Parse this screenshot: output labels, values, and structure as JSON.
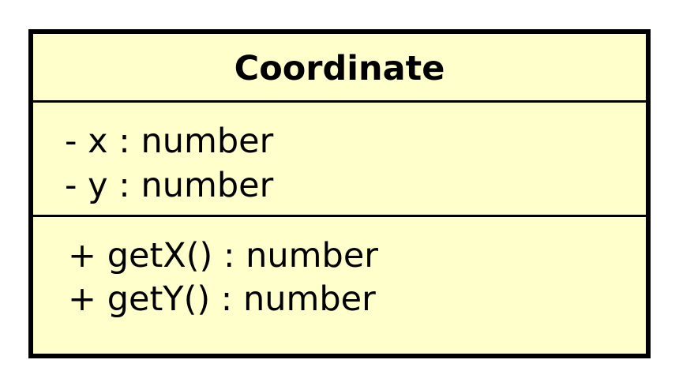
{
  "class": {
    "name": "Coordinate",
    "attributes": [
      "- x : number",
      "- y : number"
    ],
    "operations": [
      "+ getX() : number",
      "+ getY() : number"
    ]
  },
  "colors": {
    "fill": "#ffffcc",
    "border": "#000000",
    "text": "#000000",
    "background": "#ffffff"
  }
}
